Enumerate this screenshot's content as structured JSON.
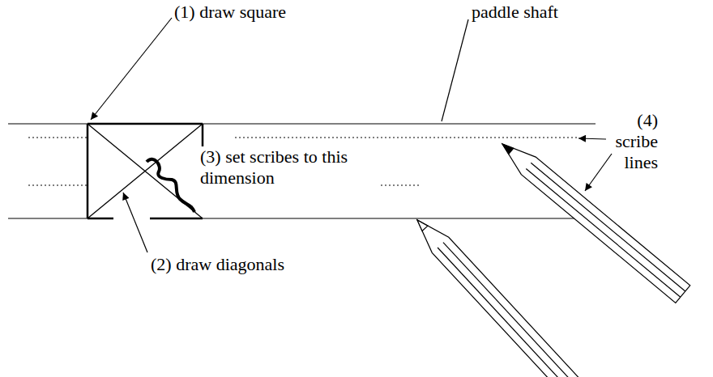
{
  "diagram": {
    "labels": [
      "(1) draw square",
      "paddle shaft",
      "(3) set scribes to this dimension",
      "(4) scribe lines",
      "(2) draw diagonals"
    ]
  }
}
